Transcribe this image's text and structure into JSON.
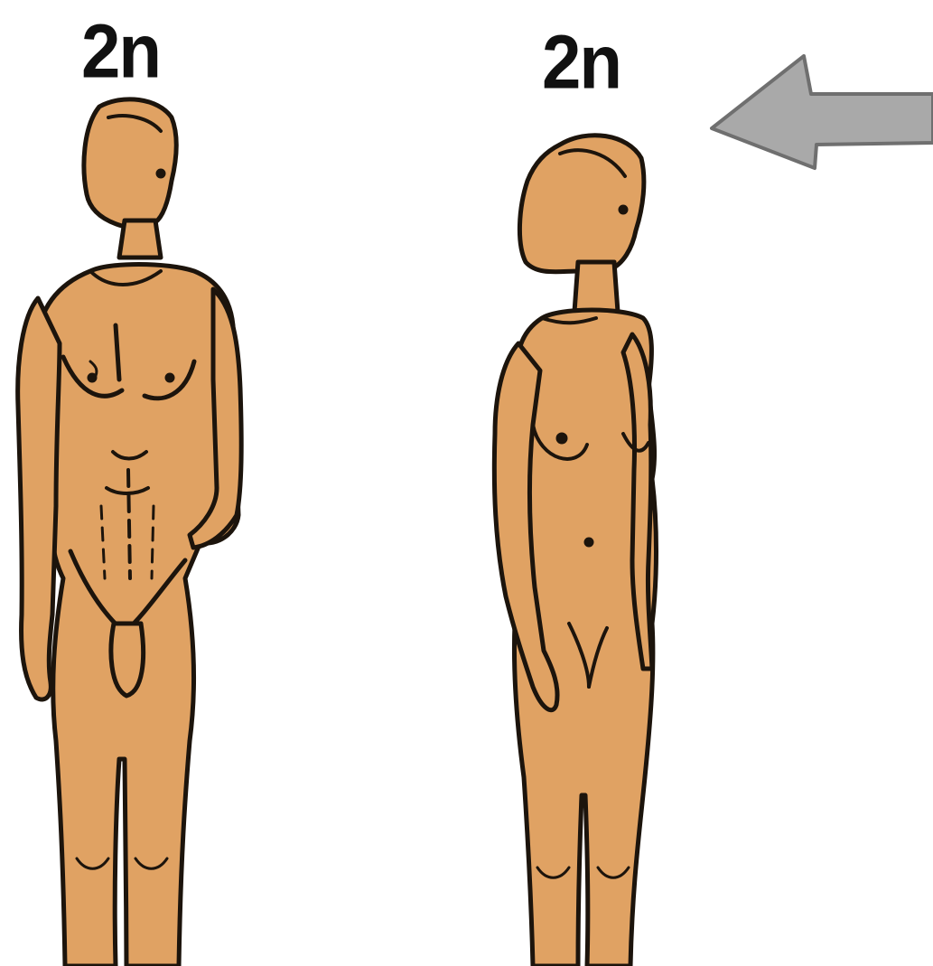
{
  "labels": {
    "male_ploidy": "2n",
    "female_ploidy": "2n"
  },
  "colors": {
    "skin": "#e0a263",
    "outline": "#1c140c",
    "arrow_fill": "#a9a9a9",
    "arrow_stroke": "#6f6f6f",
    "background": "#ffffff"
  },
  "figures": [
    {
      "name": "male-figure"
    },
    {
      "name": "female-figure"
    }
  ],
  "arrow": {
    "direction": "left"
  }
}
